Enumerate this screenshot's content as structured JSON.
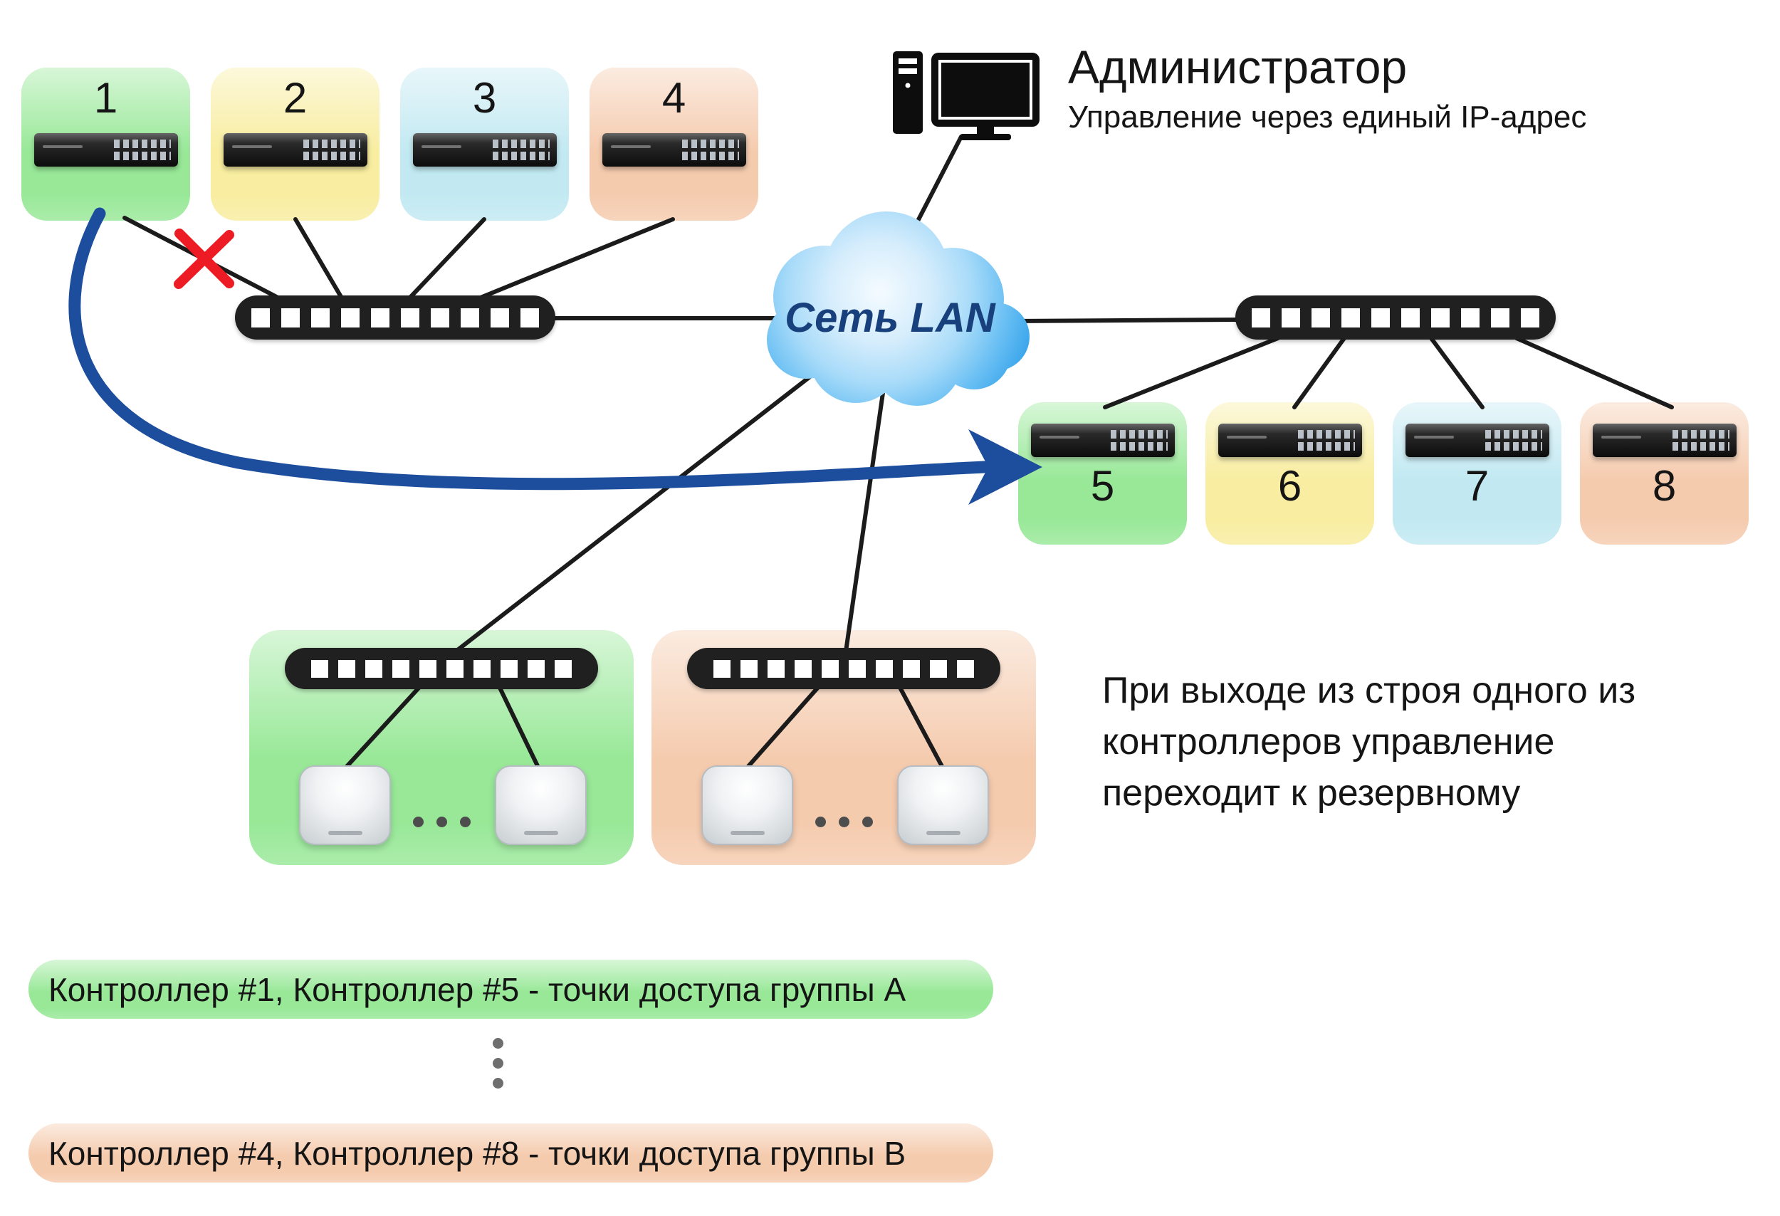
{
  "admin": {
    "title": "Администратор",
    "subtitle": "Управление через единый IP-адрес"
  },
  "cloud": {
    "label": "Сеть LAN"
  },
  "controllers": {
    "top_row": [
      {
        "label": "1",
        "color": "green"
      },
      {
        "label": "2",
        "color": "yellow"
      },
      {
        "label": "3",
        "color": "cyan"
      },
      {
        "label": "4",
        "color": "peach"
      }
    ],
    "right_row": [
      {
        "label": "5",
        "color": "green"
      },
      {
        "label": "6",
        "color": "yellow"
      },
      {
        "label": "7",
        "color": "cyan"
      },
      {
        "label": "8",
        "color": "peach"
      }
    ]
  },
  "note": "При выходе из строя одного из контроллеров управление переходит к резервному",
  "legend": {
    "group_a": "Контроллер #1, Контроллер #5 - точки доступа группы А",
    "group_b": "Контроллер #4, Контроллер #8 - точки доступа группы В"
  },
  "icons": {
    "admin_computer": "desktop-pc-icon",
    "failure_mark": "red-x-icon",
    "failover": "blue-curved-arrow"
  },
  "colors": {
    "green": "#98e898",
    "yellow": "#f8eda0",
    "cyan": "#c2e9f2",
    "peach": "#f5cbae",
    "arrow": "#1c4e9d",
    "cross": "#ed1c24"
  }
}
